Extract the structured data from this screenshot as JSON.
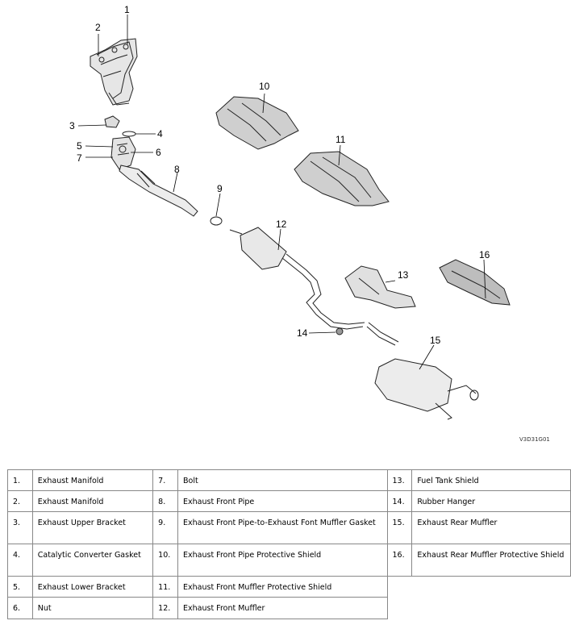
{
  "callouts": [
    "1",
    "2",
    "3",
    "4",
    "5",
    "6",
    "7",
    "8",
    "9",
    "10",
    "11",
    "12",
    "13",
    "14",
    "15",
    "16"
  ],
  "figure_code": "V3D31G01",
  "parts_table": {
    "rows": [
      [
        {
          "num": "1.",
          "name": "Exhaust Manifold"
        },
        {
          "num": "7.",
          "name": "Bolt"
        },
        {
          "num": "13.",
          "name": "Fuel Tank Shield"
        }
      ],
      [
        {
          "num": "2.",
          "name": "Exhaust Manifold"
        },
        {
          "num": "8.",
          "name": "Exhaust Front Pipe"
        },
        {
          "num": "14.",
          "name": "Rubber Hanger"
        }
      ],
      [
        {
          "num": "3.",
          "name": "Exhaust Upper Bracket"
        },
        {
          "num": "9.",
          "name": "Exhaust Front Pipe-to-Exhaust Font Muffler Gasket"
        },
        {
          "num": "15.",
          "name": "Exhaust Rear Muffler"
        }
      ],
      [
        {
          "num": "4.",
          "name": "Catalytic Converter Gasket"
        },
        {
          "num": "10.",
          "name": "Exhaust Front Pipe Protective Shield"
        },
        {
          "num": "16.",
          "name": "Exhaust Rear Muffler Protective Shield"
        }
      ],
      [
        {
          "num": "5.",
          "name": "Exhaust Lower Bracket"
        },
        {
          "num": "11.",
          "name": "Exhaust Front Muffler Protective Shield"
        }
      ],
      [
        {
          "num": "6.",
          "name": "Nut"
        },
        {
          "num": "12.",
          "name": "Exhaust Front Muffler"
        }
      ]
    ]
  }
}
